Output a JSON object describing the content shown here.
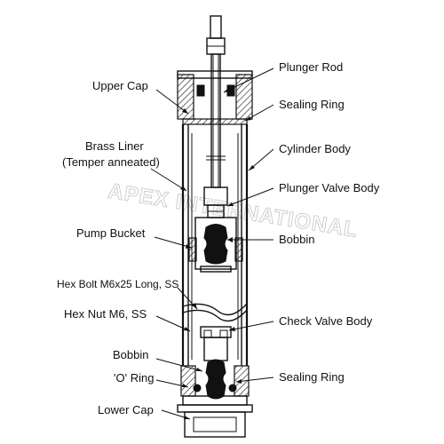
{
  "labels": {
    "upper_cap": "Upper Cap",
    "brass_liner_1": "Brass Liner",
    "brass_liner_2": "(Temper anneated)",
    "pump_bucket": "Pump Bucket",
    "hex_bolt": "Hex Bolt M6x25 Long, SS",
    "hex_nut": "Hex Nut M6, SS",
    "bobbin_left": "Bobbin",
    "o_ring": "'O' Ring",
    "lower_cap": "Lower Cap",
    "plunger_rod": "Plunger Rod",
    "sealing_ring_top": "Sealing Ring",
    "cylinder_body": "Cylinder Body",
    "plunger_valve_body": "Plunger Valve Body",
    "bobbin_right": "Bobbin",
    "check_valve_body": "Check Valve Body",
    "sealing_ring_bottom": "Sealing Ring"
  },
  "watermark": "APEX INTERNATIONAL",
  "colors": {
    "line": "#111111",
    "background": "#ffffff",
    "watermark": "#cfcfcf"
  }
}
